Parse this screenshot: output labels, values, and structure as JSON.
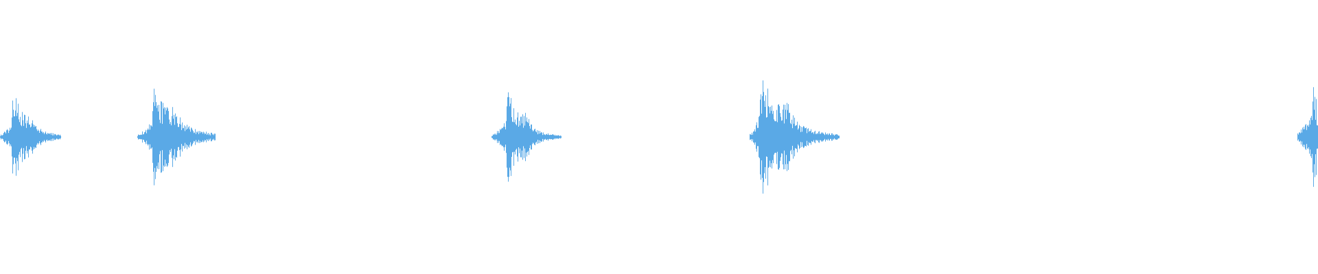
{
  "waveform": {
    "color": "#5aa9e6",
    "background": "#ffffff",
    "events": [
      {
        "peak_amplitude": 0.55,
        "decay": 0.4
      },
      {
        "peak_amplitude": 0.6,
        "decay": 0.45
      },
      {
        "peak_amplitude": 0.57,
        "decay": 0.35
      },
      {
        "peak_amplitude": 0.75,
        "decay": 0.38
      },
      {
        "peak_amplitude": 1.0,
        "decay": 0.2
      }
    ]
  }
}
